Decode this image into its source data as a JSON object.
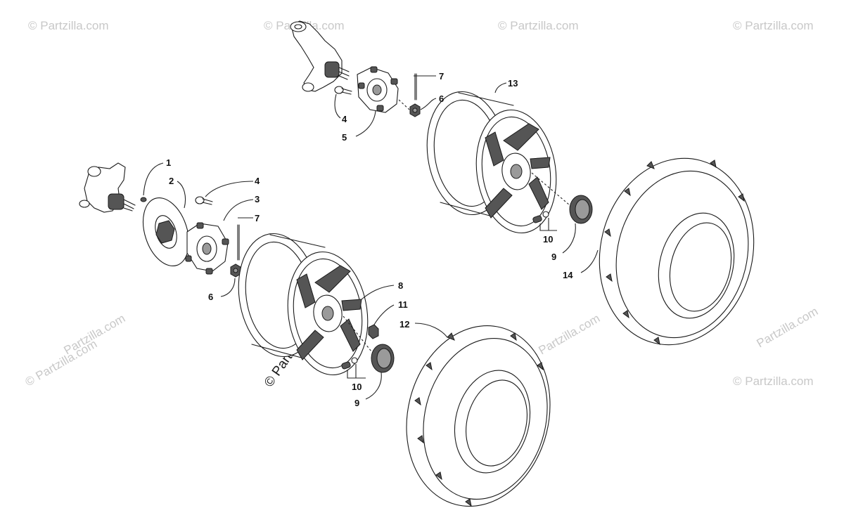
{
  "watermark": {
    "text": "Partzilla.com",
    "corner_text": "© Partzilla.com",
    "center_text": "© Partzilla.com"
  },
  "callouts": {
    "c1": "1",
    "c2": "2",
    "c3": "3",
    "c4_upper": "4",
    "c4_lower": "4",
    "c5": "5",
    "c6_upper": "6",
    "c6_lower": "6",
    "c7_upper": "7",
    "c7_lower": "7",
    "c8": "8",
    "c9_upper": "9",
    "c9_lower": "9",
    "c10_upper": "10",
    "c10_lower": "10",
    "c11": "11",
    "c12": "12",
    "c13": "13",
    "c14": "14"
  }
}
